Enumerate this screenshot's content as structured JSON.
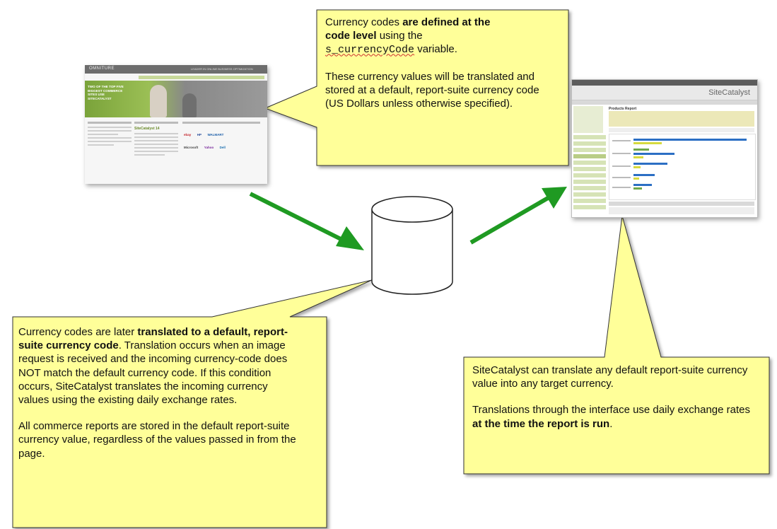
{
  "callout_top": {
    "line1_pre": "Currency codes ",
    "line1_bold": "are defined at the",
    "line2_bold": "code level",
    "line2_post": " using the",
    "line3_code": "s_currencyCode",
    "line3_post": " variable.",
    "para2": "These currency values will be translated and stored at a default, report-suite currency code (US Dollars unless otherwise specified)."
  },
  "callout_left": {
    "p1_pre": "Currency codes are later ",
    "p1_bold": "translated to a default, report-suite currency code",
    "p1_post": ". Translation occurs when an image request is received and the incoming currency-code does NOT match the default currency code.  If this condition occurs, SiteCatalyst translates the incoming currency values using the existing daily exchange rates.",
    "p2": "All commerce reports are stored in the default report-suite currency value, regardless of the values passed in from the page."
  },
  "callout_right": {
    "p1": "SiteCatalyst can translate any default report-suite currency value into any target currency.",
    "p2_pre": "Translations through the interface use daily exchange rates ",
    "p2_bold": "at the time the report is run",
    "p2_post": "."
  },
  "website_thumbnail": {
    "logo": "OMNITURE",
    "tagline": "LEADER IN ONLINE BUSINESS OPTIMIZATION",
    "hero_text": "TWO OF THE TOP FIVE BIGGEST COMMERCE SITES USE SITECATALYST",
    "product_name": "SiteCatalyst 14",
    "brands": [
      "ebay",
      "HP",
      "WALMART",
      "Microsoft",
      "Yahoo",
      "Dell"
    ]
  },
  "sitecatalyst_thumbnail": {
    "brand": "SiteCatalyst",
    "report_title": "Products Report"
  },
  "colors": {
    "callout_fill": "#ffff99",
    "callout_stroke": "#333333",
    "arrow_green": "#1f9a22",
    "bar_blue": "#2c6fc4",
    "bar_yellow": "#d6da3e",
    "bar_green": "#6fa84a"
  }
}
